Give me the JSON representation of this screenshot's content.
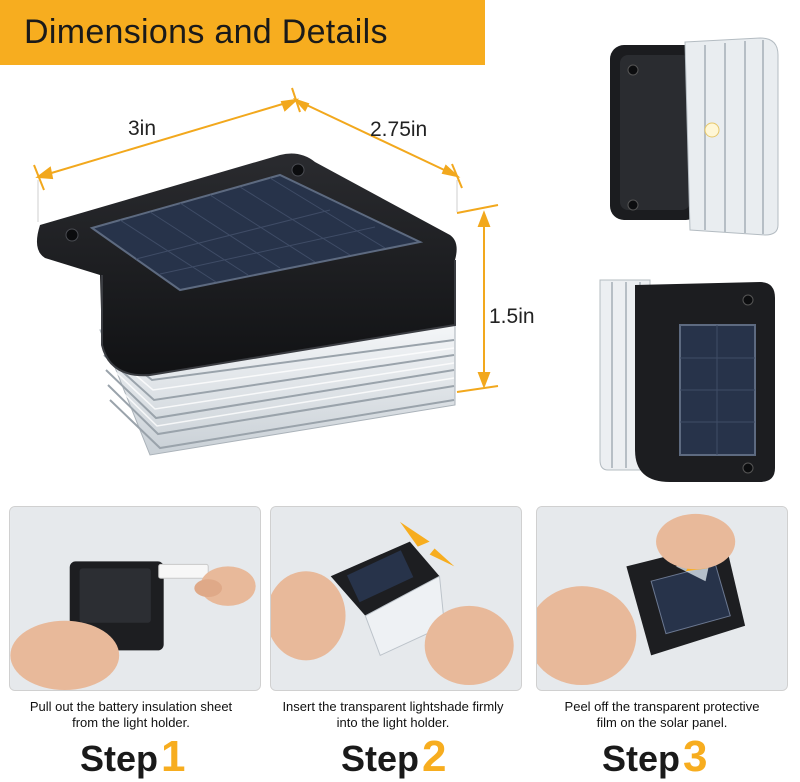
{
  "banner": {
    "title": "Dimensions and Details"
  },
  "dimensions": {
    "width": "3in",
    "depth": "2.75in",
    "height": "1.5in"
  },
  "colors": {
    "accent": "#f7ad1f",
    "housing": "#1c1d20",
    "solar_cell": "#27334a",
    "lens": "#e4e8ec"
  },
  "steps": [
    {
      "word": "Step",
      "number": "1",
      "caption_line1": "Pull out the battery insulation sheet",
      "caption_line2": "from the light holder."
    },
    {
      "word": "Step",
      "number": "2",
      "caption_line1": "Insert the transparent lightshade firmly",
      "caption_line2": "into the light holder."
    },
    {
      "word": "Step",
      "number": "3",
      "caption_line1": "Peel off the transparent protective",
      "caption_line2": "film on the solar panel."
    }
  ]
}
